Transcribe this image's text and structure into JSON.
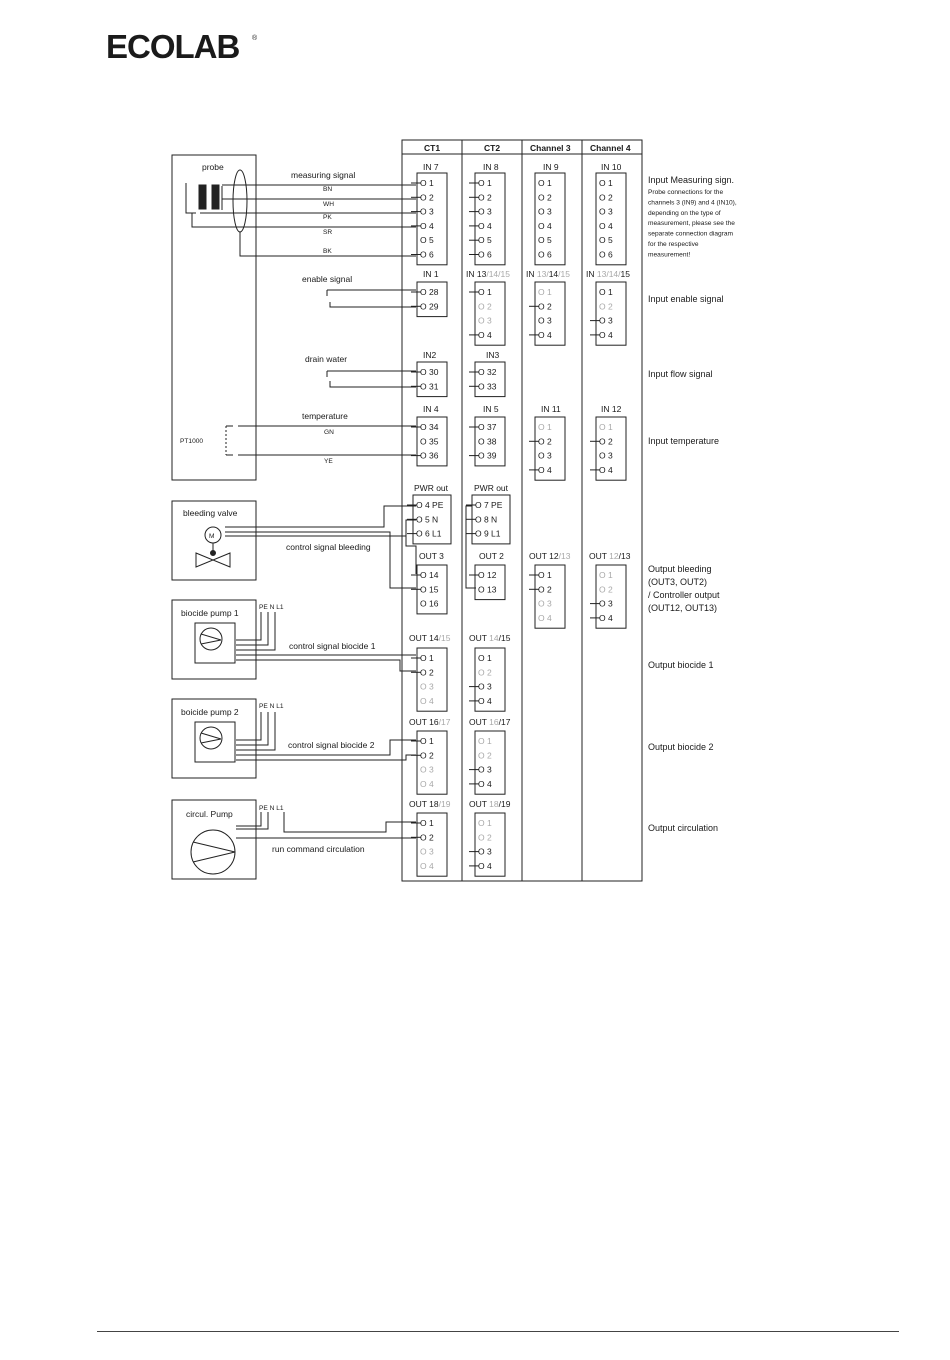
{
  "logo": {
    "text": "ECOLAB",
    "color": "#1b5fa8"
  },
  "columns": [
    "CT1",
    "CT2",
    "Channel 3",
    "Channel 4"
  ],
  "field_devices": {
    "probe": "probe",
    "measuring_signal": "measuring signal",
    "wires": [
      "BN",
      "WH",
      "PK",
      "SR",
      "BK"
    ],
    "enable_signal": "enable signal",
    "drain_water": "drain water",
    "temperature": "temperature",
    "pt1000": "PT1000",
    "gn": "GN",
    "ye": "YE",
    "bleeding_valve": "bleeding valve",
    "motor": "M",
    "control_signal_bleeding": "control signal bleeding",
    "biocide_pump_1": "biocide pump 1",
    "biocide_pump_2": "boicide pump 2",
    "circul_pump": "circul. Pump",
    "pe_n_l1": "PE N L1",
    "control_signal_biocide_1": "control signal biocide 1",
    "control_signal_biocide_2": "control signal biocide 2",
    "run_command_circulation": "run command circulation"
  },
  "blocks": {
    "in7": {
      "title": "IN 7",
      "pins": [
        "O 1",
        "O 2",
        "O 3",
        "O 4",
        "O 5",
        "O 6"
      ]
    },
    "in8": {
      "title": "IN 8",
      "pins": [
        "O 1",
        "O 2",
        "O 3",
        "O 4",
        "O 5",
        "O 6"
      ]
    },
    "in9": {
      "title": "IN 9",
      "pins": [
        "O 1",
        "O 2",
        "O 3",
        "O 4",
        "O 5",
        "O 6"
      ]
    },
    "in10": {
      "title": "IN 10",
      "pins": [
        "O 1",
        "O 2",
        "O 3",
        "O 4",
        "O 5",
        "O 6"
      ]
    },
    "in1": {
      "title": "IN 1",
      "pins": [
        "O 28",
        "O 29"
      ]
    },
    "in13": {
      "title_a": "IN 13",
      "title_b": "/14/15",
      "pins": [
        "O 1",
        "O 2",
        "O 3",
        "O 4"
      ]
    },
    "ch3_en": {
      "title_a": "IN ",
      "title_b": "13/",
      "title_c": "14",
      "title_d": "/15",
      "pins": [
        "O 1",
        "O 2",
        "O 3",
        "O 4"
      ]
    },
    "ch4_en": {
      "title_a": "IN ",
      "title_b": "13/14/",
      "title_c": "15",
      "pins": [
        "O 1",
        "O 2",
        "O 3",
        "O 4"
      ]
    },
    "in2": {
      "title": "IN2",
      "pins": [
        "O 30",
        "O 31"
      ]
    },
    "in3": {
      "title": "IN3",
      "pins": [
        "O 32",
        "O 33"
      ]
    },
    "in4": {
      "title": "IN 4",
      "pins": [
        "O 34",
        "O 35",
        "O 36"
      ]
    },
    "in5": {
      "title": "IN 5",
      "pins": [
        "O 37",
        "O 38",
        "O 39"
      ]
    },
    "in11": {
      "title": "IN 11",
      "pins": [
        "O 1",
        "O 2",
        "O 3",
        "O 4"
      ]
    },
    "in12": {
      "title": "IN 12",
      "pins": [
        "O 1",
        "O 2",
        "O 3",
        "O 4"
      ]
    },
    "pwr1": {
      "title": "PWR out",
      "pins": [
        "O 4 PE",
        "O 5 N",
        "O 6 L1"
      ]
    },
    "pwr2": {
      "title": "PWR out",
      "pins": [
        "O 7 PE",
        "O 8 N",
        "O 9 L1"
      ]
    },
    "out3": {
      "title": "OUT 3",
      "pins": [
        "O 14",
        "O 15",
        "O 16"
      ]
    },
    "out2": {
      "title": "OUT 2",
      "pins": [
        "O 12",
        "O 13"
      ]
    },
    "out12": {
      "title_a": "OUT 12",
      "title_b": "/13",
      "pins": [
        "O 1",
        "O 2",
        "O 3",
        "O 4"
      ]
    },
    "out13": {
      "title_a": "OUT ",
      "title_b": "12",
      "title_c": "/13",
      "pins": [
        "O 1",
        "O 2",
        "O 3",
        "O 4"
      ]
    },
    "out14a": {
      "title_a": "OUT 14",
      "title_b": "/15",
      "pins": [
        "O 1",
        "O 2",
        "O 3",
        "O 4"
      ]
    },
    "out14b": {
      "title_a": "OUT ",
      "title_b": "14",
      "title_c": "/15",
      "pins": [
        "O 1",
        "O 2",
        "O 3",
        "O 4"
      ]
    },
    "out16a": {
      "title_a": "OUT 16",
      "title_b": "/17",
      "pins": [
        "O 1",
        "O 2",
        "O 3",
        "O 4"
      ]
    },
    "out16b": {
      "title_a": "OUT ",
      "title_b": "16",
      "title_c": "/17",
      "pins": [
        "O 1",
        "O 2",
        "O 3",
        "O 4"
      ]
    },
    "out18a": {
      "title_a": "OUT 18",
      "title_b": "/19",
      "pins": [
        "O 1",
        "O 2",
        "O 3",
        "O 4"
      ]
    },
    "out18b": {
      "title_a": "OUT ",
      "title_b": "18",
      "title_c": "/19",
      "pins": [
        "O 1",
        "O 2",
        "O 3",
        "O 4"
      ]
    }
  },
  "side_labels": {
    "input_measuring": "Input Measuring sign.",
    "input_measuring_note": [
      "Probe connections for the",
      "channels 3 (IN9) and 4 (IN10),",
      "depending on the type of",
      "measurement, please see the",
      "separate connection diagram",
      "for the respective",
      "measurement!"
    ],
    "input_enable": "Input enable signal",
    "input_flow": "Input flow signal",
    "input_temperature": "Input temperature",
    "output_bleeding": [
      "Output bleeding",
      "(OUT3, OUT2)",
      "/ Controller output",
      "(OUT12, OUT13)"
    ],
    "output_biocide_1": "Output biocide 1",
    "output_biocide_2": "Output biocide 2",
    "output_circulation": "Output circulation"
  }
}
